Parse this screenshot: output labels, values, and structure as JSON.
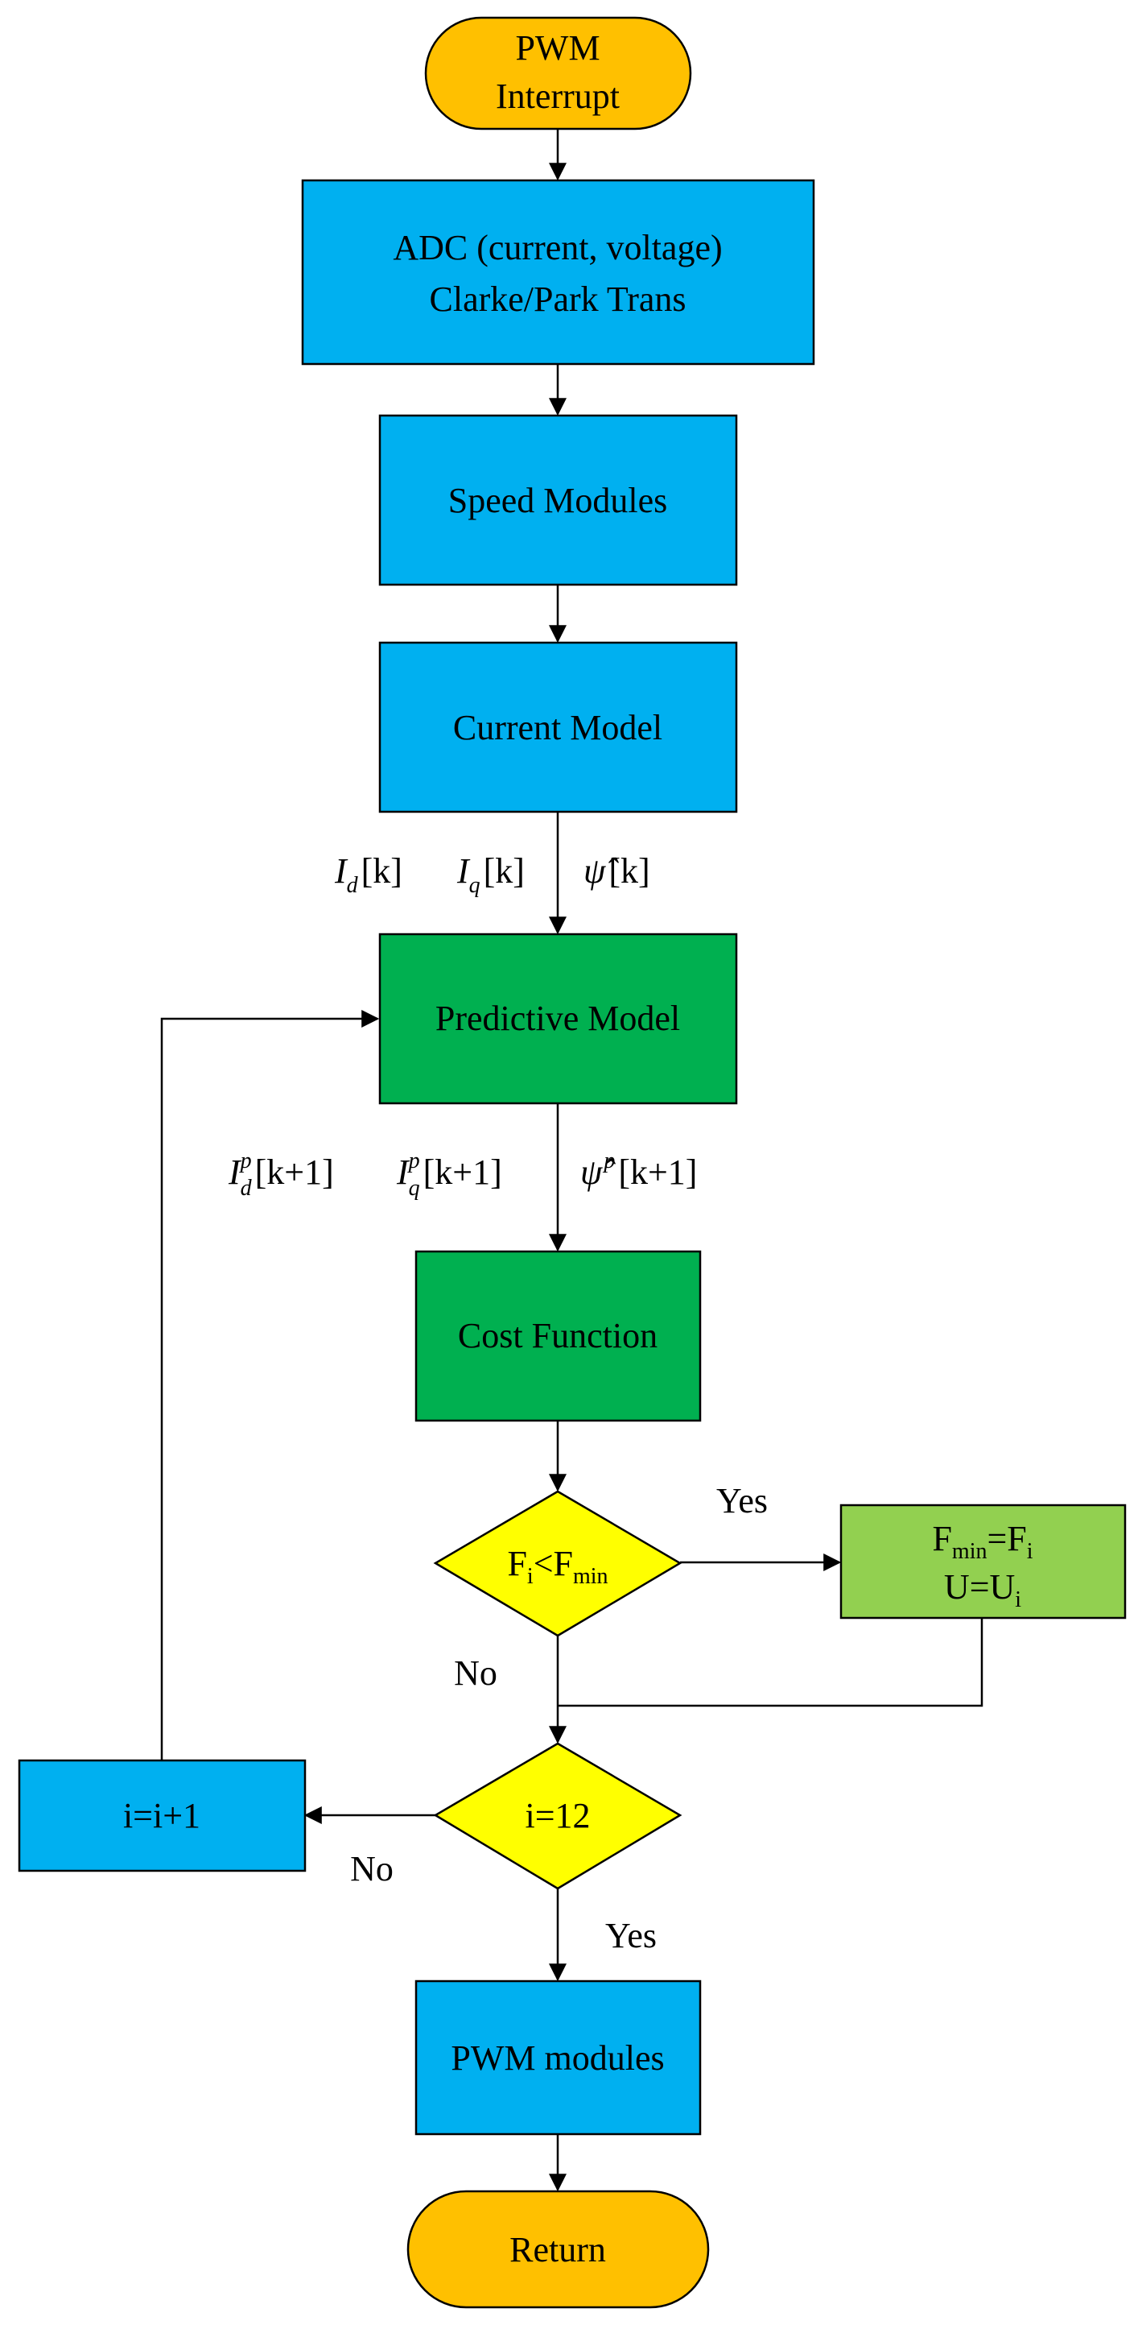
{
  "colors": {
    "start_end": "#FFC000",
    "process_blue": "#00B0F0",
    "process_dark_green": "#00B050",
    "process_light_green": "#92D050",
    "decision_yellow": "#FFFF00",
    "line": "#000000"
  },
  "nodes": {
    "pwm_interrupt": {
      "line1": "PWM",
      "line2": "Interrupt"
    },
    "adc": {
      "line1": "ADC (current, voltage)",
      "line2": "Clarke/Park Trans"
    },
    "speed_modules": {
      "label": "Speed Modules"
    },
    "current_model": {
      "label": "Current Model"
    },
    "predictive_model": {
      "label": "Predictive Model"
    },
    "cost_function": {
      "label": "Cost Function"
    },
    "decision_fmin": {
      "f": "F",
      "i": "i",
      "lt": "<F",
      "min": "min"
    },
    "update_box": {
      "line1": {
        "f": "F",
        "min": "min",
        "eq": "=F",
        "i": "i"
      },
      "line2": {
        "u": "U=U",
        "i": "i"
      }
    },
    "decision_i12": {
      "label": "i=12"
    },
    "increment": {
      "label": "i=i+1"
    },
    "pwm_modules": {
      "label": "PWM modules"
    },
    "return": {
      "label": "Return"
    }
  },
  "edge_labels": {
    "yes_fmin": "Yes",
    "no_fmin": "No",
    "no_i12": "No",
    "yes_i12": "Yes"
  },
  "signals_k": {
    "id": {
      "sym": "I",
      "sub": "d",
      "arg": "[k]"
    },
    "iq": {
      "sym": "I",
      "sub": "q",
      "arg": "[k]"
    },
    "psi": {
      "sym": "ψ̂",
      "arg": "[k]"
    }
  },
  "signals_k1": {
    "id": {
      "sym": "I",
      "sub": "d",
      "sup": "p",
      "arg": "[k+1]"
    },
    "iq": {
      "sym": "I",
      "sub": "q",
      "sup": "p",
      "arg": "[k+1]"
    },
    "psi": {
      "sym": "ψ̂",
      "sup": "p",
      "arg": "[k+1]"
    }
  }
}
